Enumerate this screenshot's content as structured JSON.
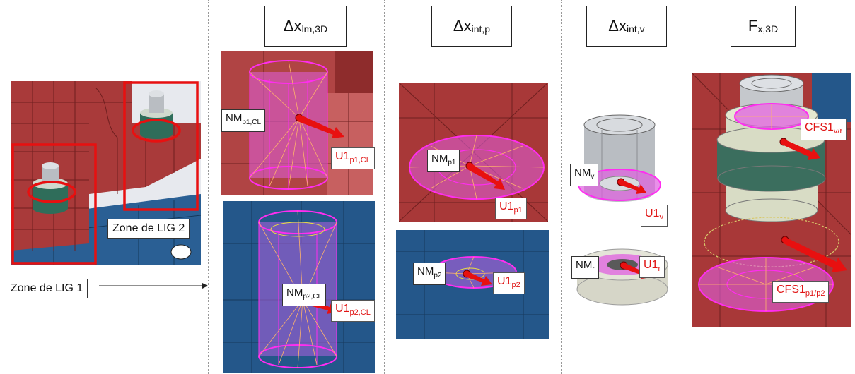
{
  "headers": {
    "h1_main": "Δx",
    "h1_sub": "lm,3D",
    "h2_main": "Δx",
    "h2_sub": "int,p",
    "h3_main": "Δx",
    "h3_sub": "int,v",
    "h4_main": "F",
    "h4_sub": "x,3D"
  },
  "zones": {
    "zone1": "Zone de LIG 1",
    "zone2": "Zone de LIG 2"
  },
  "labels": {
    "nm_p1cl": "NM",
    "nm_p1cl_sub": "p1,CL",
    "u1_p1cl": "U1",
    "u1_p1cl_sub": "p1,CL",
    "nm_p2cl": "NM",
    "nm_p2cl_sub": "p2,CL",
    "u1_p2cl": "U1",
    "u1_p2cl_sub": "p2,CL",
    "nm_p1": "NM",
    "nm_p1_sub": "p1",
    "u1_p1": "U1",
    "u1_p1_sub": "p1",
    "nm_p2": "NM",
    "nm_p2_sub": "p2",
    "u1_p2": "U1",
    "u1_p2_sub": "p2",
    "nm_v": "NM",
    "nm_v_sub": "v",
    "u1_v": "U1",
    "u1_v_sub": "v",
    "nm_r": "NM",
    "nm_r_sub": "r",
    "u1_r": "U1",
    "u1_r_sub": "r",
    "cfs_vr": "CFS1",
    "cfs_vr_sub": "v/r",
    "cfs_p": "CFS1",
    "cfs_p_sub": "p1/p2"
  },
  "colors": {
    "solid_red": "#a83838",
    "mesh_blue": "#1f5a8a",
    "highlight_magenta": "#ff2df0",
    "arrow_red": "#e81010",
    "label_red": "#e01515"
  }
}
